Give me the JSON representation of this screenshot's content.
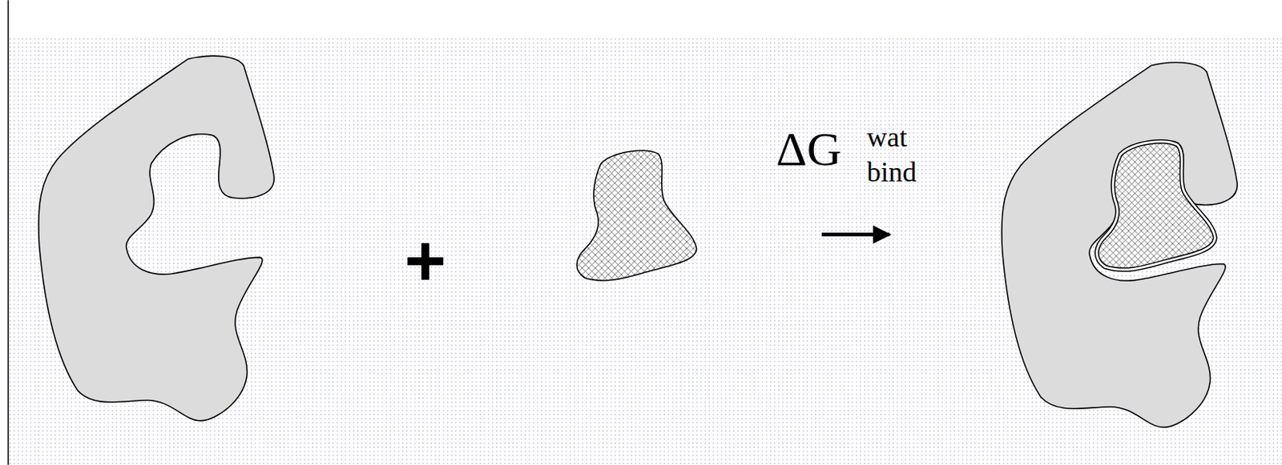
{
  "diagram": {
    "labels": [
      "+",
      "ΔG",
      "wat",
      "bind"
    ]
  }
}
